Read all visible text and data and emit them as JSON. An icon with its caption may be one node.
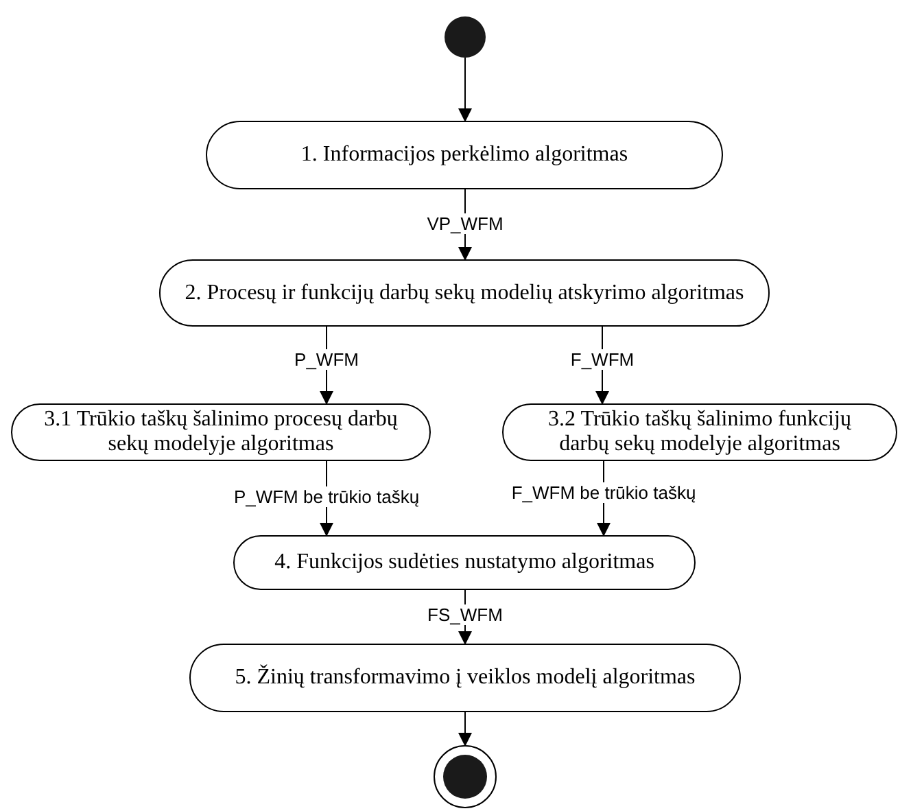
{
  "diagram": {
    "nodes": [
      {
        "text": [],
        "shape": "circle"
      },
      {
        "text": [
          "1. Informacijos perkėlimo algoritmas"
        ]
      },
      {
        "text": [
          "2. Procesų ir funkcijų darbų sekų modelių atskyrimo algoritmas"
        ]
      },
      {
        "text": [
          "3.1 Trūkio taškų šalinimo procesų darbų sekų modelyje algoritmas"
        ]
      },
      {
        "text": [
          "3.2 Trūkio taškų šalinimo funkcijų darbų sekų modelyje algoritmas"
        ]
      },
      {
        "text": [
          "4. Funkcijos sudėties nustatymo algoritmas"
        ]
      },
      {
        "text": [
          "5. Žinių transformavimo į veiklos modelį algoritmas"
        ]
      },
      {
        "text": [],
        "shape": "circle"
      }
    ],
    "edges": [
      {
        "from": 0,
        "to": 1,
        "arrow": "to"
      },
      {
        "from": 1,
        "to": 2,
        "arrow": "to",
        "label": "VP_WFM"
      },
      {
        "from": 2,
        "to": 3,
        "arrow": "to",
        "label": "P_WFM"
      },
      {
        "from": 2,
        "to": 4,
        "arrow": "to",
        "label": "F_WFM"
      },
      {
        "from": 3,
        "to": 5,
        "arrow": "to",
        "label": "P_WFM be trūkio taškų"
      },
      {
        "from": 4,
        "to": 5,
        "arrow": "to",
        "label": "F_WFM be trūkio taškų"
      },
      {
        "from": 5,
        "to": 6,
        "arrow": "to",
        "label": "FS_WFM"
      },
      {
        "from": 6,
        "to": 7,
        "arrow": "to"
      }
    ]
  }
}
